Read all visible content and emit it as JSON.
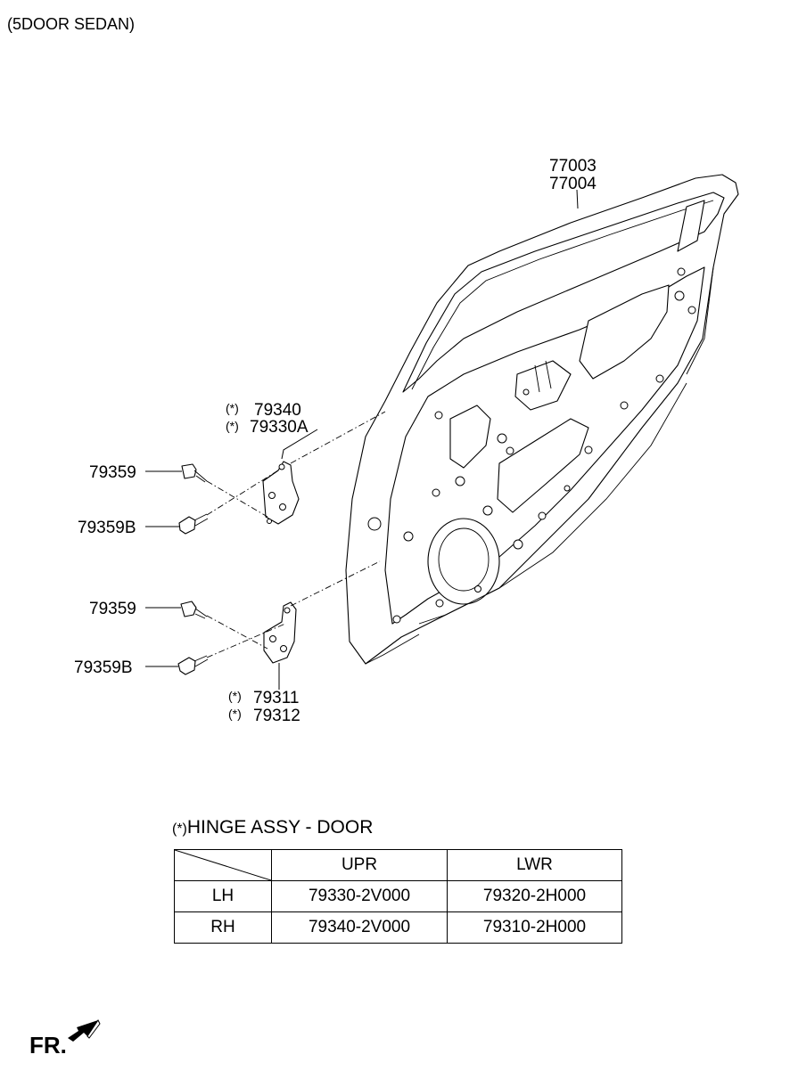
{
  "header": {
    "title": "(5DOOR SEDAN)"
  },
  "callouts": {
    "door_panel_a": "77003",
    "door_panel_b": "77004",
    "upper_hinge_mark": "(*)",
    "upper_hinge_a": "79340",
    "upper_hinge_b": "79330A",
    "bolt_upper_1": "79359",
    "bolt_upper_2": "79359B",
    "bolt_lower_1": "79359",
    "bolt_lower_2": "79359B",
    "lower_hinge_a": "79311",
    "lower_hinge_b": "79312"
  },
  "table": {
    "mark": "(*)",
    "title": "HINGE ASSY - DOOR",
    "columns": [
      "UPR",
      "LWR"
    ],
    "rows": [
      {
        "side": "LH",
        "upr": "79330-2V000",
        "lwr": "79320-2H000"
      },
      {
        "side": "RH",
        "upr": "79340-2V000",
        "lwr": "79310-2H000"
      }
    ]
  },
  "footer": {
    "direction_label": "FR."
  }
}
